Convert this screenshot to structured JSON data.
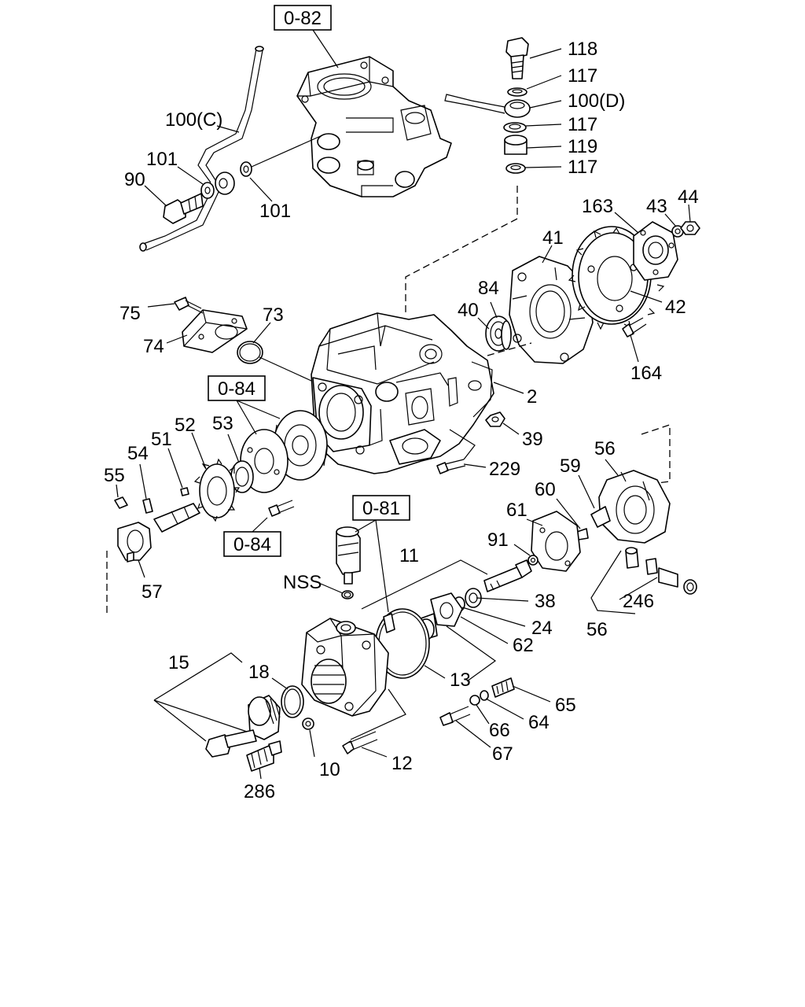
{
  "diagram": {
    "reference_boxes": [
      "0-82",
      "0-84",
      "0-84",
      "0-81"
    ],
    "callouts": [
      "118",
      "117",
      "100(D)",
      "117",
      "119",
      "117",
      "100(C)",
      "101",
      "90",
      "101",
      "163",
      "43",
      "44",
      "41",
      "84",
      "40",
      "42",
      "164",
      "75",
      "73",
      "74",
      "2",
      "39",
      "229",
      "52",
      "53",
      "54",
      "51",
      "55",
      "57",
      "56",
      "59",
      "60",
      "61",
      "91",
      "11",
      "NSS",
      "38",
      "24",
      "62",
      "246",
      "56",
      "13",
      "15",
      "18",
      "65",
      "64",
      "66",
      "67",
      "10",
      "12",
      "286"
    ]
  }
}
